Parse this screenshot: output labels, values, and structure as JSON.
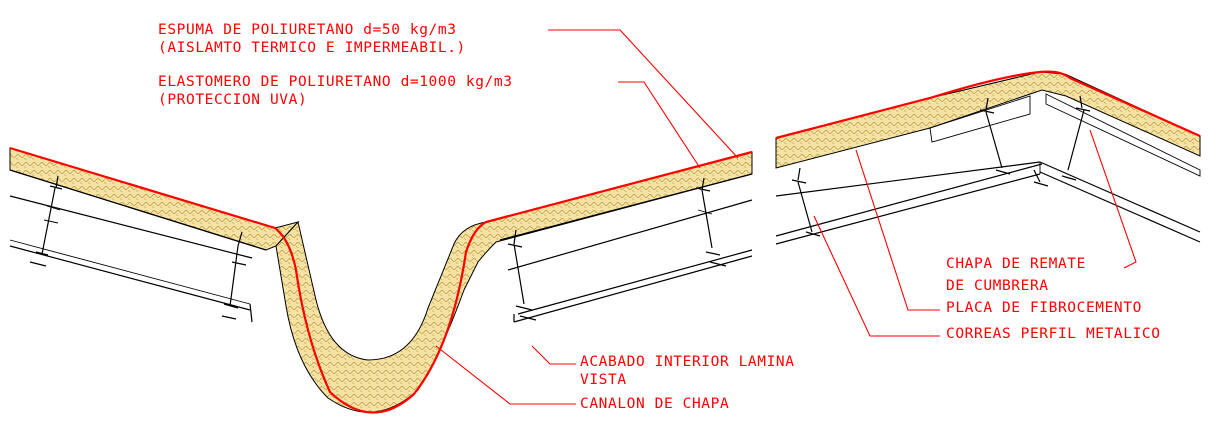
{
  "labels": {
    "foam_line1": "ESPUMA DE POLIURETANO d=50 kg/m3",
    "foam_line2": "(AISLAMTO TERMICO E IMPERMEABIL.)",
    "elast_line1": "ELASTOMERO DE POLIURETANO d=1000 kg/m3",
    "elast_line2": "(PROTECCION UVA)",
    "acabado_line1": "ACABADO INTERIOR LAMINA",
    "acabado_line2": "VISTA",
    "canalon": "CANALON DE CHAPA",
    "chapa_line1": "CHAPA DE REMATE",
    "chapa_line2": "DE CUMBRERA",
    "placa": "PLACA DE FIBROCEMENTO",
    "correas": "CORREAS PERFIL METALICO"
  },
  "colors": {
    "annotation": "#ff0000",
    "foam_fill": "#f5e3a6",
    "foam_texture": "#c8a850",
    "linework": "#000000"
  }
}
